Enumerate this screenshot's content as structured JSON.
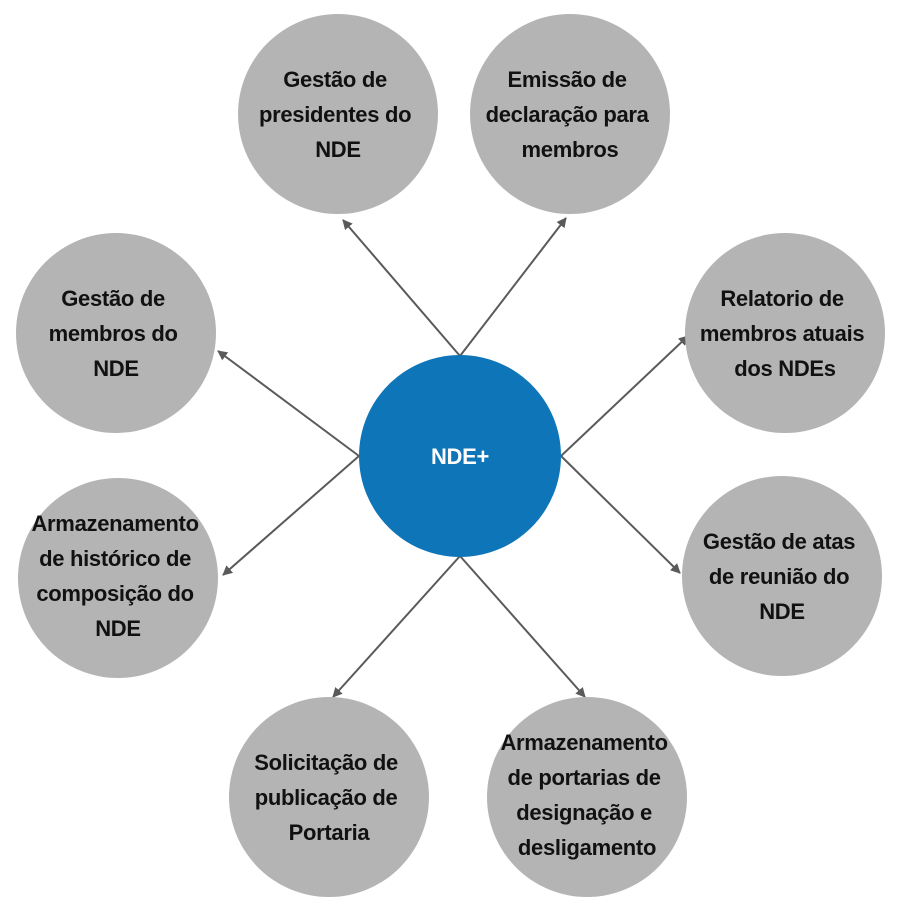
{
  "diagram": {
    "center": {
      "label": "NDE+"
    },
    "nodes": [
      {
        "id": "top-left",
        "lines": [
          "Gestão de",
          "presidentes do",
          "NDE"
        ]
      },
      {
        "id": "top-right",
        "lines": [
          "Emissão de",
          "declaração para",
          "membros"
        ]
      },
      {
        "id": "mid-left",
        "lines": [
          "Gestão de",
          "membros do",
          "NDE"
        ]
      },
      {
        "id": "mid-right",
        "lines": [
          "Relatorio de",
          "membros atuais",
          "dos NDEs"
        ]
      },
      {
        "id": "low-left",
        "lines": [
          "Armazenamento",
          "de histórico de",
          "composição do",
          "NDE"
        ]
      },
      {
        "id": "low-right",
        "lines": [
          "Gestão de atas",
          "de reunião do",
          "NDE"
        ]
      },
      {
        "id": "bottom-left",
        "lines": [
          "Solicitação de",
          "publicação de",
          "Portaria"
        ]
      },
      {
        "id": "bottom-right",
        "lines": [
          "Armazenamento",
          "de portarias de",
          "designação e",
          "desligamento"
        ]
      }
    ]
  },
  "colors": {
    "hub": "#0e76b8",
    "node": "#b4b4b4",
    "arrow": "#5a5a5a"
  }
}
